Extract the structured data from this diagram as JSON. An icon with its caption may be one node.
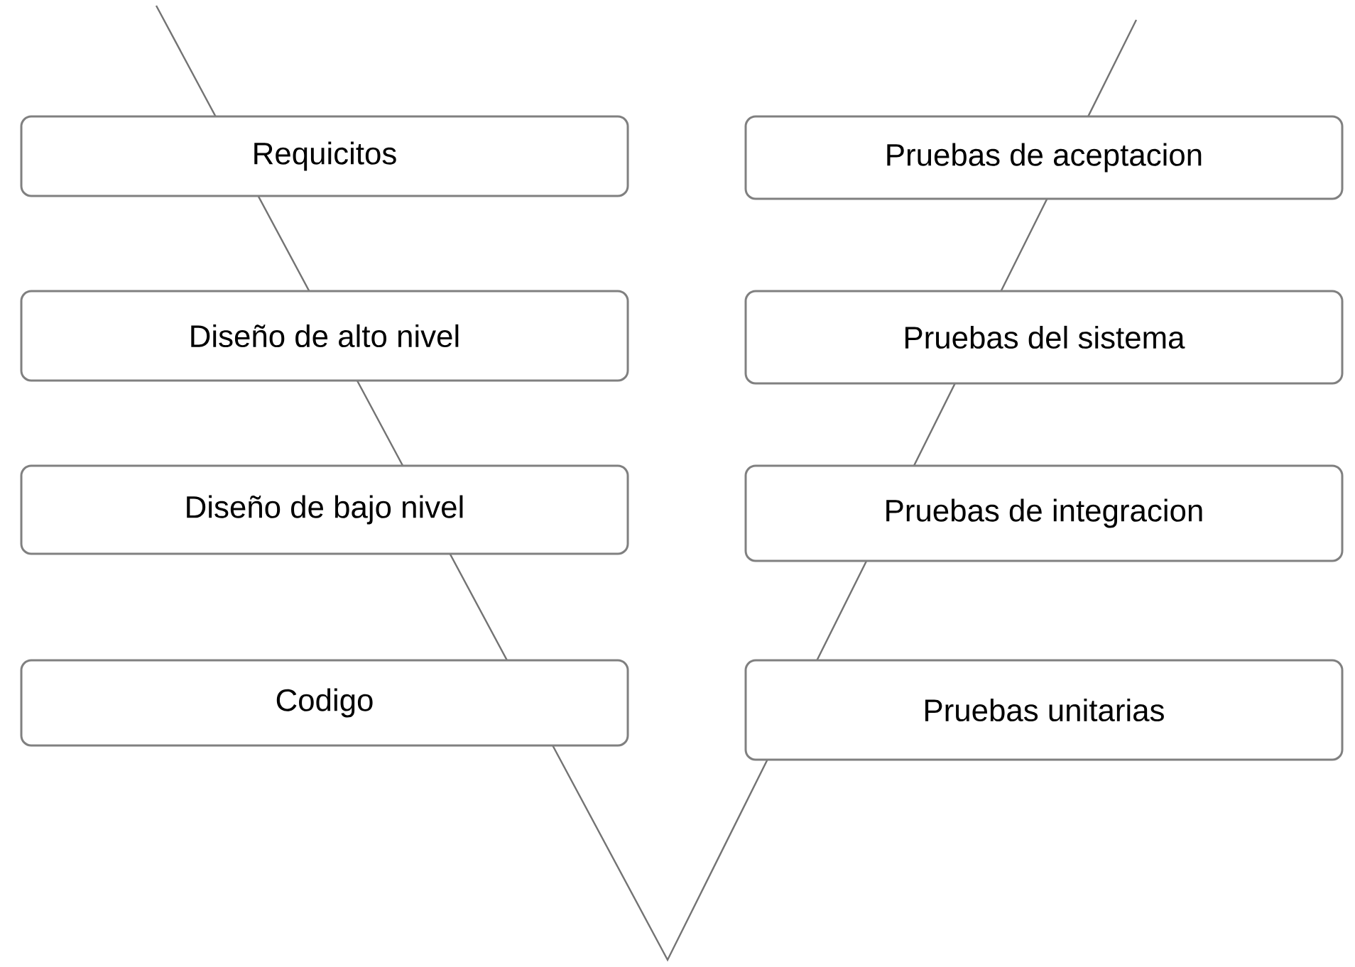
{
  "diagram": {
    "nodes": [
      {
        "text": [
          "Requicitos"
        ]
      },
      {
        "text": [
          "Pruebas de aceptacion"
        ]
      },
      {
        "text": [
          "Diseño de alto nivel"
        ]
      },
      {
        "text": [
          "Pruebas del sistema"
        ]
      },
      {
        "text": [
          "Diseño de bajo nivel"
        ]
      },
      {
        "text": [
          "Pruebas de integracion"
        ]
      },
      {
        "text": [
          "Codigo"
        ]
      },
      {
        "text": [
          "Pruebas unitarias"
        ]
      }
    ]
  }
}
